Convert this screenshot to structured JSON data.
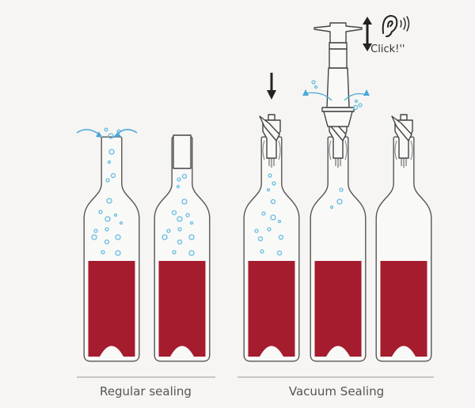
{
  "labels": {
    "regular": "Regular sealing",
    "vacuum": "Vacuum Sealing",
    "click": "''Click!''"
  },
  "colors": {
    "wine": "#a51c2e",
    "bubble": "#66bde0",
    "outline": "#555555",
    "background": "#f6f5f3"
  },
  "icons": [
    "ear-icon",
    "down-arrow-icon",
    "up-down-arrow-icon",
    "air-flow-arrow-icon"
  ]
}
